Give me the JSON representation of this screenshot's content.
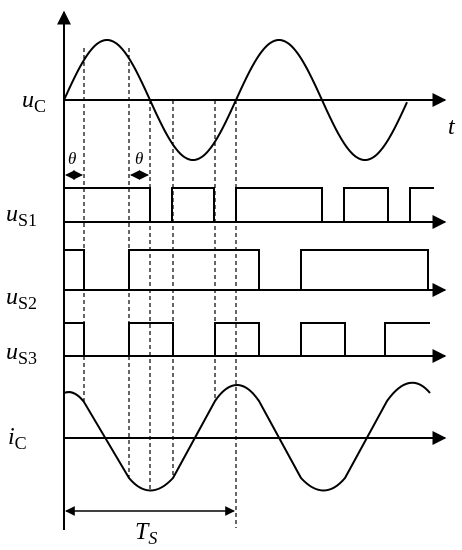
{
  "labels": {
    "uc_base": "u",
    "uc_sub": "C",
    "t": "t",
    "theta_1": "θ",
    "theta_2": "θ",
    "us1_base": "u",
    "us1_sub": "S1",
    "us2_base": "u",
    "us2_sub": "S2",
    "us3_base": "u",
    "us3_sub": "S3",
    "ic_base": "i",
    "ic_sub": "C",
    "ts_base": "T",
    "ts_sub": "S"
  }
}
